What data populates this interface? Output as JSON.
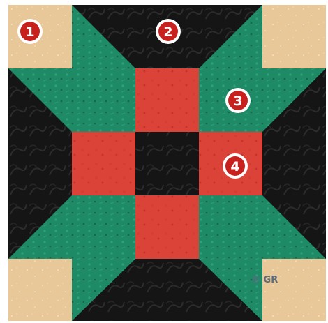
{
  "quilt_block": {
    "colors": {
      "background": "#ffffff",
      "tan": "#e8c898",
      "tan_speckle": "#f7e9d2",
      "black": "#151515",
      "black_pattern": "#2a2a2a",
      "green": "#1f8a66",
      "green_light": "#2fa27d",
      "green_dark": "#17664c",
      "red": "#dc4338",
      "red_dark": "#c43529",
      "badge_fill": "#c8201c",
      "badge_ring": "#ffffff"
    },
    "labels": [
      "1",
      "2",
      "3",
      "4"
    ],
    "signature": "© GR"
  }
}
